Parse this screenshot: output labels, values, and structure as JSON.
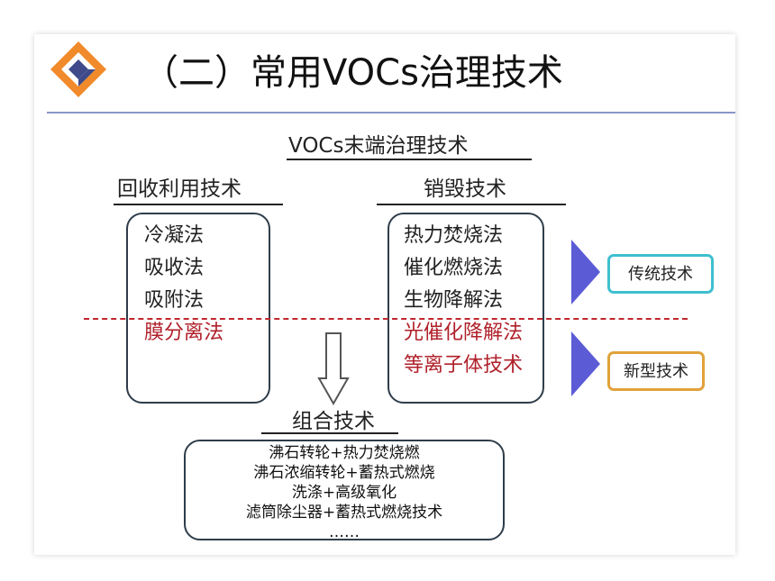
{
  "title": "（二）常用VOCs治理技术",
  "main_heading": "VOCs末端治理技术",
  "recovery": {
    "heading": "回收利用技术",
    "items": [
      {
        "label": "冷凝法",
        "type": "traditional"
      },
      {
        "label": "吸收法",
        "type": "traditional"
      },
      {
        "label": "吸附法",
        "type": "traditional"
      },
      {
        "label": "膜分离法",
        "type": "new"
      }
    ]
  },
  "destruction": {
    "heading": "销毁技术",
    "items": [
      {
        "label": "热力焚烧法",
        "type": "traditional"
      },
      {
        "label": "催化燃烧法",
        "type": "traditional"
      },
      {
        "label": "生物降解法",
        "type": "traditional"
      },
      {
        "label": "光催化降解法",
        "type": "new"
      },
      {
        "label": "等离子体技术",
        "type": "new"
      }
    ]
  },
  "combined": {
    "heading": "组合技术",
    "items": [
      "沸石转轮+热力焚烧燃",
      "沸石浓缩转轮+蓄热式燃烧",
      "洗涤+高级氧化",
      "滤筒除尘器+蓄热式燃烧技术",
      "……"
    ]
  },
  "legend": {
    "traditional": "传统技术",
    "new": "新型技术"
  },
  "colors": {
    "new_item": "#b0202a",
    "traditional_tag_border": "#3fbfd0",
    "new_tag_border": "#e0a23a",
    "arrow_fill": "#5b5bd6",
    "divider": "#c0282e"
  },
  "icons": {
    "logo": "diamond-logo-icon",
    "down_arrow": "hollow-down-arrow-icon",
    "traditional_pointer": "triangle-pointer-icon",
    "new_pointer": "triangle-pointer-icon"
  }
}
